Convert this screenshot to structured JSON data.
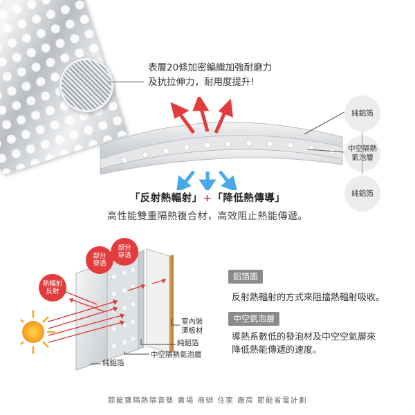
{
  "top": {
    "description_line1": "表層20條加密編織加強耐磨力",
    "description_line2": "及抗拉伸力，耐用度提升!",
    "layers": {
      "foil_top": "純鋁箔",
      "bubble_line1": "中空隔熱",
      "bubble_line2": "氣泡層",
      "foil_bottom": "純鋁箔"
    }
  },
  "headline": {
    "part1": "「反射熱輻射」",
    "plus": "+",
    "part2": "「降低熱傳導」"
  },
  "subheadline": "高性能雙重隔熱複合材，高效阻止熱能傳遞。",
  "diagram": {
    "badge_partial1_line1": "部分",
    "badge_partial1_line2": "穿透",
    "badge_partial2_line1": "部分",
    "badge_partial2_line2": "穿透",
    "badge_reflect_line1": "熱輻射",
    "badge_reflect_line2": "反射",
    "label_indoor_line1": "室內裝",
    "label_indoor_line2": "潢板材",
    "label_foil2": "純鋁箔",
    "label_bubble": "中空隔熱氣泡層",
    "label_foil1": "純鋁箔"
  },
  "features": [
    {
      "tag": "鋁箔面",
      "text": "反射熱輻射的方式來阻擋熱輻射吸收。"
    },
    {
      "tag": "中空氣泡層",
      "text_line1": "導熱系數低的發泡材及中空空氣層來",
      "text_line2": "降低熱能傳遞的速度。"
    }
  ],
  "footer": "節能寶隔熱隔音墊 賣場 商辦 住家 廠房 節能省電計劃",
  "colors": {
    "accent_red": "#e23c3c",
    "accent_blue": "#4aa8e8",
    "tag_gray": "#8a8a8a"
  }
}
